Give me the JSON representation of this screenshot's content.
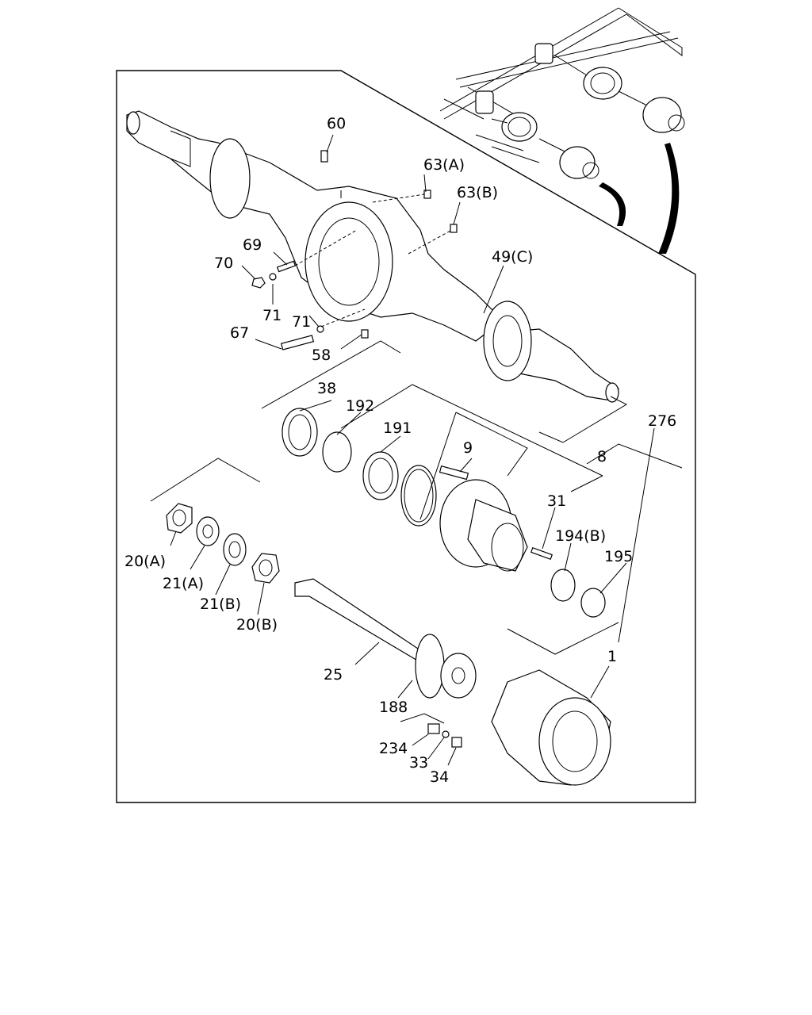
{
  "labels": {
    "p60": "60",
    "p63a": "63(A)",
    "p63b": "63(B)",
    "p69": "69",
    "p70": "70",
    "p71a": "71",
    "p71b": "71",
    "p49c": "49(C)",
    "p67": "67",
    "p58": "58",
    "p38": "38",
    "p192": "192",
    "p191": "191",
    "p9": "9",
    "p276": "276",
    "p8": "8",
    "p31": "31",
    "p194b": "194(B)",
    "p195": "195",
    "p20a": "20(A)",
    "p21a": "21(A)",
    "p21b": "21(B)",
    "p20b": "20(B)",
    "p25": "25",
    "p1": "1",
    "p188": "188",
    "p234": "234",
    "p33": "33",
    "p34": "34"
  }
}
